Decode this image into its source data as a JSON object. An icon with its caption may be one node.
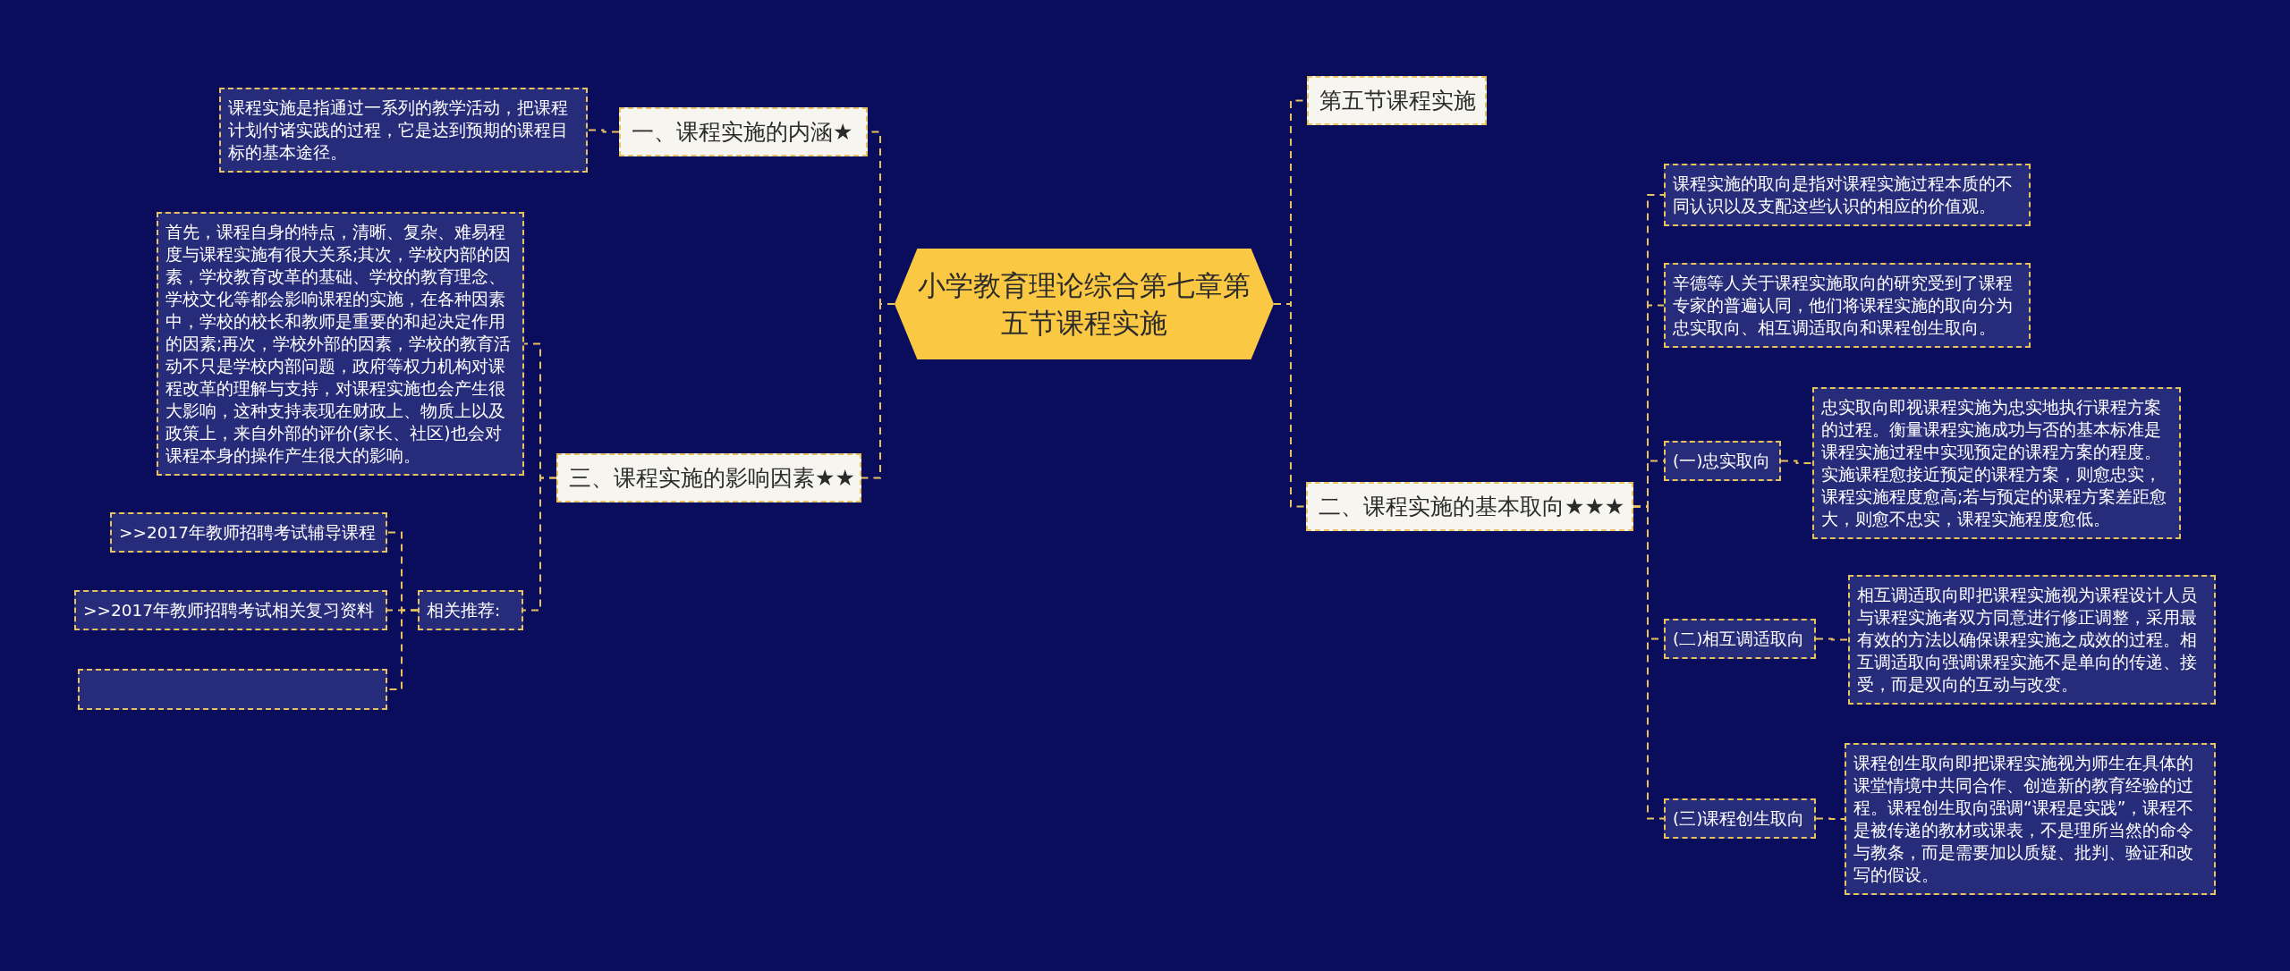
{
  "diagram": {
    "nodes": [
      {
        "text": [
          "小学教育理论综合第七章第五节课程实施"
        ]
      },
      {
        "text": [
          "一、课程实施的内涵★"
        ]
      },
      {
        "text": [
          "课程实施是指通过一系列的教学活动，把课程计划付诸实践的过程，它是达到预期的课程目标的基本途径。"
        ]
      },
      {
        "text": [
          "三、课程实施的影响因素★★"
        ]
      },
      {
        "text": [
          "首先，课程自身的特点，清晰、复杂、难易程度与课程实施有很大关系;其次，学校内部的因素，学校教育改革的基础、学校的教育理念、学校文化等都会影响课程的实施，在各种因素中，学校的校长和教师是重要的和起决定作用的因素;再次，学校外部的因素，学校的教育活动不只是学校内部问题，政府等权力机构对课程改革的理解与支持，对课程实施也会产生很大影响，这种支持表现在财政上、物质上以及政策上，来自外部的评价(家长、社区)也会对课程本身的操作产生很大的影响。"
        ]
      },
      {
        "text": [
          "相关推荐:"
        ]
      },
      {
        "text": [
          ">>2017年教师招聘考试辅导课程"
        ]
      },
      {
        "text": [
          ">>2017年教师招聘考试相关复习资料"
        ]
      },
      {
        "text": [],
        "shape": "box"
      },
      {
        "text": [
          "第五节课程实施"
        ]
      },
      {
        "text": [
          "二、课程实施的基本取向★★★"
        ]
      },
      {
        "text": [
          "课程实施的取向是指对课程实施过程本质的不同认识以及支配这些认识的相应的价值观。"
        ]
      },
      {
        "text": [
          "辛德等人关于课程实施取向的研究受到了课程专家的普遍认同，他们将课程实施的取向分为忠实取向、相互调适取向和课程创生取向。"
        ]
      },
      {
        "text": [
          "(一)忠实取向"
        ]
      },
      {
        "text": [
          "忠实取向即视课程实施为忠实地执行课程方案的过程。衡量课程实施成功与否的基本标准是课程实施过程中实现预定的课程方案的程度。实施课程愈接近预定的课程方案，则愈忠实，课程实施程度愈高;若与预定的课程方案差距愈大，则愈不忠实，课程实施程度愈低。"
        ]
      },
      {
        "text": [
          "(二)相互调适取向"
        ]
      },
      {
        "text": [
          "相互调适取向即把课程实施视为课程设计人员与课程实施者双方同意进行修正调整，采用最有效的方法以确保课程实施之成效的过程。相互调适取向强调课程实施不是单向的传递、接受，而是双向的互动与改变。"
        ]
      },
      {
        "text": [
          "(三)课程创生取向"
        ]
      },
      {
        "text": [
          "课程创生取向即把课程实施视为师生在具体的课堂情境中共同合作、创造新的教育经验的过程。课程创生取向强调“课程是实践”，课程不是被传递的教材或课表，不是理所当然的命令与教条，而是需要加以质疑、批判、验证和改写的假设。"
        ]
      }
    ],
    "edges": [
      {
        "from": 0,
        "to": 1,
        "arrow": "none"
      },
      {
        "from": 0,
        "to": 3,
        "arrow": "none"
      },
      {
        "from": 0,
        "to": 9,
        "arrow": "none"
      },
      {
        "from": 0,
        "to": 10,
        "arrow": "none"
      },
      {
        "from": 1,
        "to": 2,
        "arrow": "none"
      },
      {
        "from": 3,
        "to": 4,
        "arrow": "none"
      },
      {
        "from": 3,
        "to": 5,
        "arrow": "none"
      },
      {
        "from": 5,
        "to": 6,
        "arrow": "none"
      },
      {
        "from": 5,
        "to": 7,
        "arrow": "none"
      },
      {
        "from": 5,
        "to": 8,
        "arrow": "none"
      },
      {
        "from": 10,
        "to": 11,
        "arrow": "none"
      },
      {
        "from": 10,
        "to": 12,
        "arrow": "none"
      },
      {
        "from": 10,
        "to": 13,
        "arrow": "none"
      },
      {
        "from": 10,
        "to": 15,
        "arrow": "none"
      },
      {
        "from": 10,
        "to": 17,
        "arrow": "none"
      },
      {
        "from": 13,
        "to": 14,
        "arrow": "none"
      },
      {
        "from": 15,
        "to": 16,
        "arrow": "none"
      },
      {
        "from": 17,
        "to": 18,
        "arrow": "none"
      }
    ]
  }
}
